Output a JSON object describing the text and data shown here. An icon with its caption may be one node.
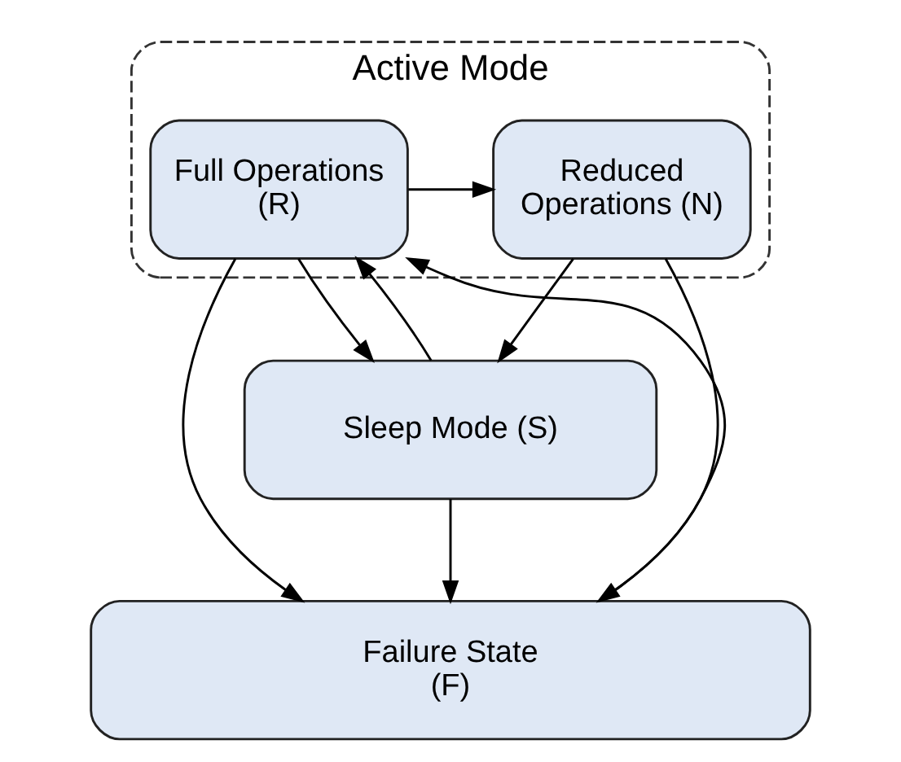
{
  "diagram": {
    "nodes": [
      {
        "text": [
          "Active Mode"
        ]
      },
      {
        "text": [
          "Full Operations (R)"
        ],
        "in": 0
      },
      {
        "text": [
          "Reduced Operations (N)"
        ],
        "in": 0
      },
      {
        "text": [
          "Sleep Mode (S)"
        ]
      },
      {
        "text": [
          "Failure State (F)"
        ]
      }
    ],
    "edges": [
      {
        "from": 1,
        "to": 2,
        "arrow": "to"
      },
      {
        "from": 1,
        "to": 3,
        "arrow": "to"
      },
      {
        "from": 3,
        "to": 1,
        "arrow": "to"
      },
      {
        "from": 1,
        "to": 4,
        "arrow": "to"
      },
      {
        "from": 4,
        "to": 1,
        "arrow": "to"
      },
      {
        "from": 2,
        "to": 3,
        "arrow": "to"
      },
      {
        "from": 2,
        "to": 4,
        "arrow": "to"
      },
      {
        "from": 3,
        "to": 4,
        "arrow": "to"
      }
    ]
  }
}
